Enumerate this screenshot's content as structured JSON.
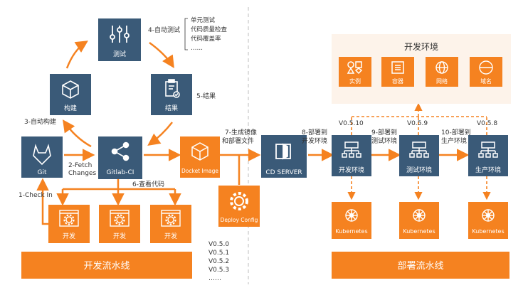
{
  "nodes": {
    "test": "测试",
    "build": "构建",
    "result": "结果",
    "git": "Git",
    "gitlab_ci": "Gitlab-CI",
    "docket_image": "Docket Image",
    "deploy_config": "Deploy Config",
    "cd_server": "CD SERVER",
    "dev_env": "开发环境",
    "test_env": "测试环境",
    "prod_env": "生产环境",
    "kubernetes": "Kubernetes",
    "dev": "开发"
  },
  "auto_test_items": [
    "单元测试",
    "代码质量检查",
    "代码覆盖率",
    "……"
  ],
  "edges": {
    "auto_test": "4-自动测试",
    "result_5": "5-结果",
    "auto_build": "3-自动构建",
    "fetch_1": "2-Fetch",
    "fetch_2": "Changes",
    "check_in": "1-Check In",
    "view_code": "6-查看代码",
    "gen_image_1": "7-生成镜像",
    "gen_image_2": "和部署文件",
    "deploy_dev_1": "8-部署到",
    "deploy_dev_2": "开发环境",
    "deploy_test_1": "9-部署到",
    "deploy_test_2": "测试环境",
    "deploy_prod_1": "10-部署到",
    "deploy_prod_2": "生产环境"
  },
  "versions": [
    "V0.5.0",
    "V0.5.1",
    "V0.5.2",
    "V0.5.3",
    "……"
  ],
  "env_versions": {
    "dev": "V0.5.10",
    "test": "V0.5.9",
    "prod": "V0.5.8"
  },
  "dev_env_box": {
    "title": "开发环境",
    "items": [
      "实例",
      "容器",
      "网络",
      "域名"
    ]
  },
  "bars": {
    "pipeline": "开发流水线",
    "deploy": "部署流水线"
  },
  "colors": {
    "navy": "#3a5a78",
    "orange": "#f58220",
    "panel": "#fdf3ea",
    "line": "#f58220"
  }
}
